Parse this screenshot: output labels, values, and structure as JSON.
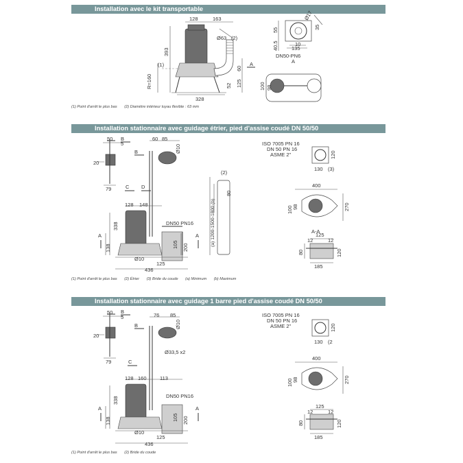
{
  "sections": [
    {
      "title": "Installation avec le kit transportable",
      "notes": [
        "(1) Point d'arrêt le plus bas",
        "(2) Diamètre intérieur tuyau flexible : 63 mm"
      ],
      "dims": {
        "d128": "128",
        "d163": "163",
        "d63": "Ø63",
        "c2": "(2)",
        "d393": "393",
        "c1": "(1)",
        "r160": "R=160",
        "d60": "60",
        "d125": "125",
        "d328": "328",
        "d52": "52",
        "A1": "A",
        "A2": "A",
        "d55": "55",
        "d405": "40.5",
        "d35": "35",
        "d10": "10",
        "d135": "135",
        "d17": "Ø17",
        "dn": "DN50-PN6",
        "d100": "100",
        "d98": "98"
      }
    },
    {
      "title": "Installation stationnaire avec guidage étrier, pied d'assise coudé DN 50/50",
      "notes": [
        "(1) Point d'arrêt le plus bas",
        "(2) Étrier",
        "(3) Bride du coude",
        "(a) Minimum",
        "(b) Maximum"
      ],
      "dims": {
        "d50": "50",
        "d5": "5",
        "d20": "20",
        "d79": "79",
        "B1": "B",
        "B2": "B",
        "d60": "60",
        "d85": "85",
        "d10": "Ø10",
        "C": "C",
        "D": "D",
        "d128": "128",
        "d148": "148",
        "d338": "338",
        "d138": "138",
        "dn": "DN50 PN16",
        "d105": "105",
        "d200": "200",
        "d125": "125",
        "d10b": "Ø10",
        "d436": "436",
        "A1": "A",
        "A2": "A",
        "c2": "(2)",
        "d80": "80",
        "range": "(a) 1200-1500-1800 (b)",
        "iso1": "ISO 7005 PN 16",
        "iso2": "DN 50 PN 16",
        "iso3": "ASME 2\"",
        "d120": "120",
        "d130": "130",
        "c3": "(3)",
        "d400": "400",
        "d270": "270",
        "d98": "98",
        "d100": "100",
        "aa": "A-A",
        "s125": "125",
        "d12a": "12",
        "d12b": "12",
        "d80b": "80",
        "d120b": "120",
        "d185": "185"
      }
    },
    {
      "title": "Installation stationnaire avec guidage 1 barre pied d'assise coudé DN 50/50",
      "notes": [
        "(1) Point d'arrêt le plus bas",
        "(2) Bride du coude"
      ],
      "dims": {
        "d50": "50",
        "d5": "5",
        "d20": "20",
        "d79": "79",
        "B1": "B",
        "B2": "B",
        "d76": "76",
        "d85": "85",
        "d10": "Ø10",
        "d335": "Ø33,5 x2",
        "C": "C",
        "d128": "128",
        "d160": "160",
        "d113": "113",
        "d338": "338",
        "d138": "138",
        "dn": "DN50 PN16",
        "d105": "105",
        "d200": "200",
        "d125": "125",
        "d10b": "Ø10",
        "d436": "436",
        "A1": "A",
        "A2": "A",
        "iso1": "ISO 7005 PN 16",
        "iso2": "DN 50 PN 16",
        "iso3": "ASME 2\"",
        "d120": "120",
        "d130": "130",
        "c2": "(2",
        "d400": "400",
        "d270": "270",
        "d98": "98",
        "d100": "100",
        "s125": "125",
        "d12a": "12",
        "d12b": "12",
        "d80b": "80",
        "d120b": "120",
        "d185": "185"
      }
    }
  ]
}
